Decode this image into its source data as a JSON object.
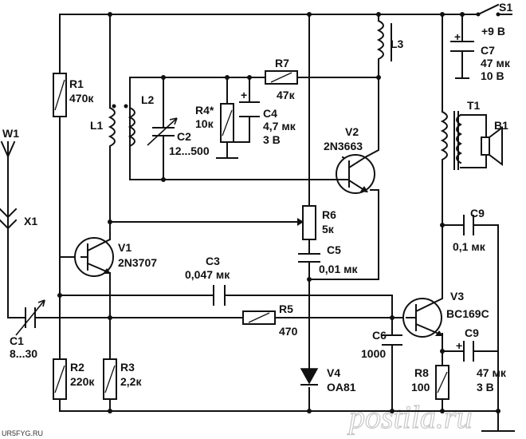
{
  "labels": {
    "s1": "S1",
    "supply": "+9 В",
    "l3": "L3",
    "r1_name": "R1",
    "r1_val": "470к",
    "r7_name": "R7",
    "r7_val": "47к",
    "c7_name": "C7",
    "c7_val1": "47 мк",
    "c7_val2": "10 В",
    "l2": "L2",
    "l1": "L1",
    "r4_name": "R4*",
    "r4_val": "10к",
    "c4_name": "C4",
    "c4_val1": "4,7 мк",
    "c4_val2": "3 В",
    "t1": "T1",
    "b1": "B1",
    "w1": "W1",
    "c2_name": "C2",
    "c2_val": "12...500",
    "v2_name": "V2",
    "v2_type": "2N3663",
    "x1": "X1",
    "r6_name": "R6",
    "r6_val": "5к",
    "c9a_name": "C9",
    "c9a_val": "0,1 мк",
    "v1_name": "V1",
    "v1_type": "2N3707",
    "c3_name": "C3",
    "c3_val": "0,047 мк",
    "c5_name": "C5",
    "c5_val": "0,01 мк",
    "v3_name": "V3",
    "v3_type": "BC169C",
    "r5_name": "R5",
    "r5_val": "470",
    "c1_name": "C1",
    "c1_val": "8...30",
    "c6_name": "C6",
    "c6_val": "1000",
    "c9b_name": "C9",
    "c9b_val1": "47 мк",
    "c9b_val2": "3 В",
    "r2_name": "R2",
    "r2_val": "220к",
    "r3_name": "R3",
    "r3_val": "2,2к",
    "r8_name": "R8",
    "r8_val": "100",
    "v4_name": "V4",
    "v4_type": "OA81",
    "plus_c7": "+",
    "plus_c4": "+",
    "plus_c9": "+"
  },
  "watermark": "postila.ru",
  "site": "UR5FYG.RU"
}
